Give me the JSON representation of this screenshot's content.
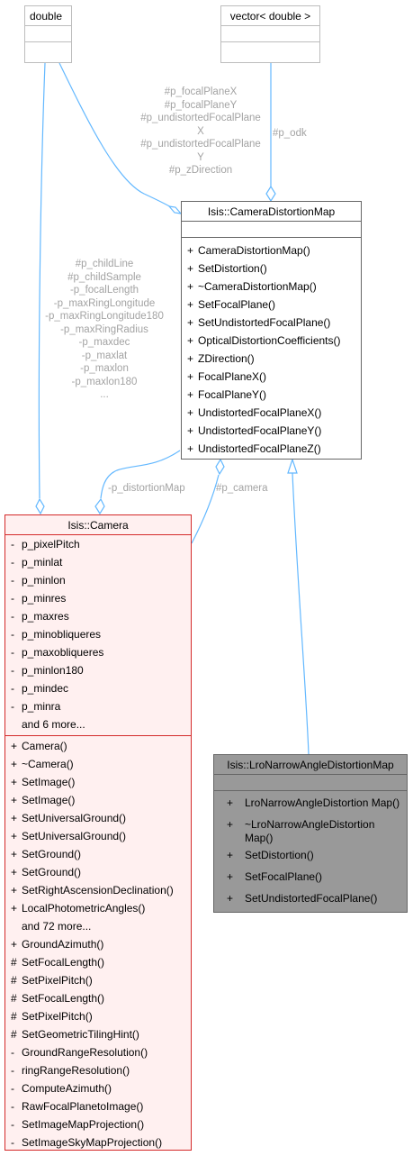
{
  "classes": {
    "double": {
      "title": "double"
    },
    "vector_double": {
      "title": "vector< double >"
    },
    "camera_distortion_map": {
      "title": "Isis::CameraDistortionMap",
      "methods": [
        {
          "vis": "+",
          "name": "CameraDistortionMap()"
        },
        {
          "vis": "+",
          "name": "SetDistortion()"
        },
        {
          "vis": "+",
          "name": "~CameraDistortionMap()"
        },
        {
          "vis": "+",
          "name": "SetFocalPlane()"
        },
        {
          "vis": "+",
          "name": "SetUndistortedFocalPlane()"
        },
        {
          "vis": "+",
          "name": "OpticalDistortionCoefficients()"
        },
        {
          "vis": "+",
          "name": "ZDirection()"
        },
        {
          "vis": "+",
          "name": "FocalPlaneX()"
        },
        {
          "vis": "+",
          "name": "FocalPlaneY()"
        },
        {
          "vis": "+",
          "name": "UndistortedFocalPlaneX()"
        },
        {
          "vis": "+",
          "name": "UndistortedFocalPlaneY()"
        },
        {
          "vis": "+",
          "name": "UndistortedFocalPlaneZ()"
        }
      ]
    },
    "camera": {
      "title": "Isis::Camera",
      "attributes": [
        {
          "vis": "-",
          "name": "p_pixelPitch"
        },
        {
          "vis": "-",
          "name": "p_minlat"
        },
        {
          "vis": "-",
          "name": "p_minlon"
        },
        {
          "vis": "-",
          "name": "p_minres"
        },
        {
          "vis": "-",
          "name": "p_maxres"
        },
        {
          "vis": "-",
          "name": "p_minobliqueres"
        },
        {
          "vis": "-",
          "name": "p_maxobliqueres"
        },
        {
          "vis": "-",
          "name": "p_minlon180"
        },
        {
          "vis": "-",
          "name": "p_mindec"
        },
        {
          "vis": "-",
          "name": "p_minra"
        },
        {
          "vis": "",
          "name": "and 6 more..."
        }
      ],
      "methods": [
        {
          "vis": "+",
          "name": "Camera()"
        },
        {
          "vis": "+",
          "name": "~Camera()"
        },
        {
          "vis": "+",
          "name": "SetImage()"
        },
        {
          "vis": "+",
          "name": "SetImage()"
        },
        {
          "vis": "+",
          "name": "SetUniversalGround()"
        },
        {
          "vis": "+",
          "name": "SetUniversalGround()"
        },
        {
          "vis": "+",
          "name": "SetGround()"
        },
        {
          "vis": "+",
          "name": "SetGround()"
        },
        {
          "vis": "+",
          "name": "SetRightAscensionDeclination()"
        },
        {
          "vis": "+",
          "name": "LocalPhotometricAngles()"
        },
        {
          "vis": "",
          "name": "and 72 more..."
        },
        {
          "vis": "+",
          "name": "GroundAzimuth()"
        },
        {
          "vis": "#",
          "name": "SetFocalLength()"
        },
        {
          "vis": "#",
          "name": "SetPixelPitch()"
        },
        {
          "vis": "#",
          "name": "SetFocalLength()"
        },
        {
          "vis": "#",
          "name": "SetPixelPitch()"
        },
        {
          "vis": "#",
          "name": "SetGeometricTilingHint()"
        },
        {
          "vis": "-",
          "name": "GroundRangeResolution()"
        },
        {
          "vis": "-",
          "name": "ringRangeResolution()"
        },
        {
          "vis": "-",
          "name": "ComputeAzimuth()"
        },
        {
          "vis": "-",
          "name": "RawFocalPlanetoImage()"
        },
        {
          "vis": "-",
          "name": "SetImageMapProjection()"
        },
        {
          "vis": "-",
          "name": "SetImageSkyMapProjection()"
        }
      ]
    },
    "lro": {
      "title": "Isis::LroNarrowAngleDistortionMap",
      "methods": [
        {
          "vis": "+",
          "name": "LroNarrowAngleDistortion Map()"
        },
        {
          "vis": "+",
          "name": "~LroNarrowAngleDistortion Map()"
        },
        {
          "vis": "+",
          "name": "SetDistortion()"
        },
        {
          "vis": "+",
          "name": "SetFocalPlane()"
        },
        {
          "vis": "+",
          "name": "SetUndistortedFocalPlane()"
        }
      ]
    }
  },
  "edge_labels": {
    "double_to_cdm": [
      "#p_focalPlaneX",
      "#p_focalPlaneY",
      "#p_undistortedFocalPlane",
      "X",
      "#p_undistortedFocalPlane",
      "Y",
      "#p_zDirection"
    ],
    "vector_to_cdm": [
      "#p_odk"
    ],
    "double_to_camera": [
      "#p_childLine",
      "#p_childSample",
      "-p_focalLength",
      "-p_maxRingLongitude",
      "-p_maxRingLongitude180",
      "-p_maxRingRadius",
      "-p_maxdec",
      "-p_maxlat",
      "-p_maxlon",
      "-p_maxlon180",
      "..."
    ],
    "cdm_to_camera": [
      "-p_distortionMap"
    ],
    "camera_to_cdm": [
      "#p_camera"
    ]
  },
  "colors": {
    "edge": "#63b8ff",
    "label": "#a3a3a3",
    "camera_border": "#d42a2a",
    "camera_fill": "#fff0f0",
    "lro_fill": "#999999"
  }
}
